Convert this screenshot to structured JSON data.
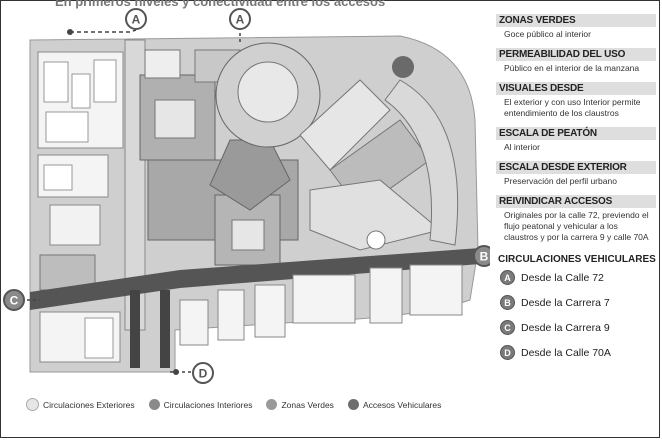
{
  "header": {
    "text": "En primeros niveles y conectividad entre los accesos"
  },
  "sections": [
    {
      "title": "ZONAS VERDES",
      "body": "Goce público al interior"
    },
    {
      "title": "PERMEABILIDAD DEL USO",
      "body": "Público en el interior de la manzana"
    },
    {
      "title": "VISUALES DESDE",
      "body": "El exterior y con uso Interior permite entendimiento de los claustros"
    },
    {
      "title": "ESCALA DE PEATÓN",
      "body": "Al interior"
    },
    {
      "title": "ESCALA DESDE EXTERIOR",
      "body": "Preservación del perfil urbano"
    },
    {
      "title": "REIVINDICAR ACCESOS",
      "body": "Originales por la calle 72, previendo el flujo peatonal y vehicular a los claustros y por la carrera 9 y calle 70A"
    }
  ],
  "vehicular": {
    "title": "CIRCULACIONES VEHICULARES",
    "items": [
      {
        "letter": "A",
        "label": "Desde la Calle 72"
      },
      {
        "letter": "B",
        "label": "Desde la Carrera 7"
      },
      {
        "letter": "C",
        "label": "Desde la Carrera 9"
      },
      {
        "letter": "D",
        "label": "Desde la Calle 70A"
      }
    ]
  },
  "map_markers": [
    "A",
    "A",
    "B",
    "C",
    "D"
  ],
  "legend": [
    {
      "label": "Circulaciones Exteriores",
      "color": "#e6e6e6"
    },
    {
      "label": "Circulaciones Interiores",
      "color": "#8a8a8a"
    },
    {
      "label": "Zonas Verdes",
      "color": "#9a9a9a"
    },
    {
      "label": "Accesos Vehiculares",
      "color": "#6e6e6e"
    }
  ]
}
